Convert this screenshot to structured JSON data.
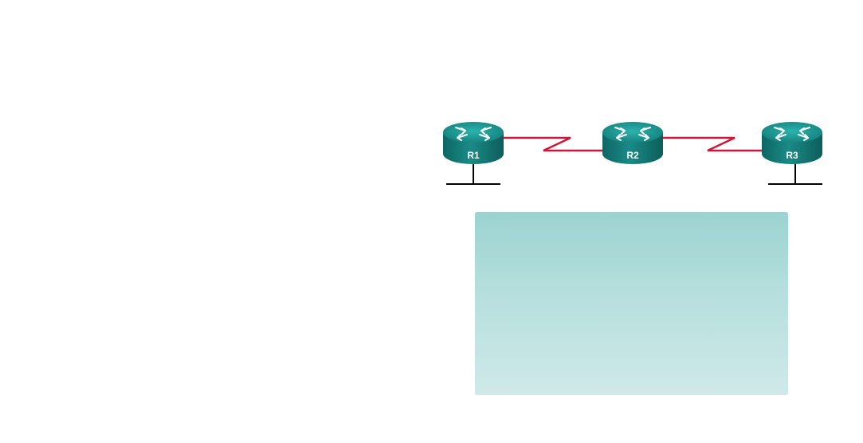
{
  "diagram": {
    "routers": [
      {
        "id": "r1",
        "label": "R1"
      },
      {
        "id": "r2",
        "label": "R2"
      },
      {
        "id": "r3",
        "label": "R3"
      }
    ],
    "links": [
      {
        "from": "R1",
        "to": "R2",
        "type": "serial"
      },
      {
        "from": "R2",
        "to": "R3",
        "type": "serial"
      }
    ],
    "lans": [
      "R1",
      "R3"
    ]
  },
  "colors": {
    "serial_link": "#c8193c",
    "router_top": "#1a9c98",
    "router_body": "#0f6f6c",
    "lan_line": "#000000",
    "panel_top": "#9bd3d0",
    "panel_bottom": "#cfe9e8"
  }
}
